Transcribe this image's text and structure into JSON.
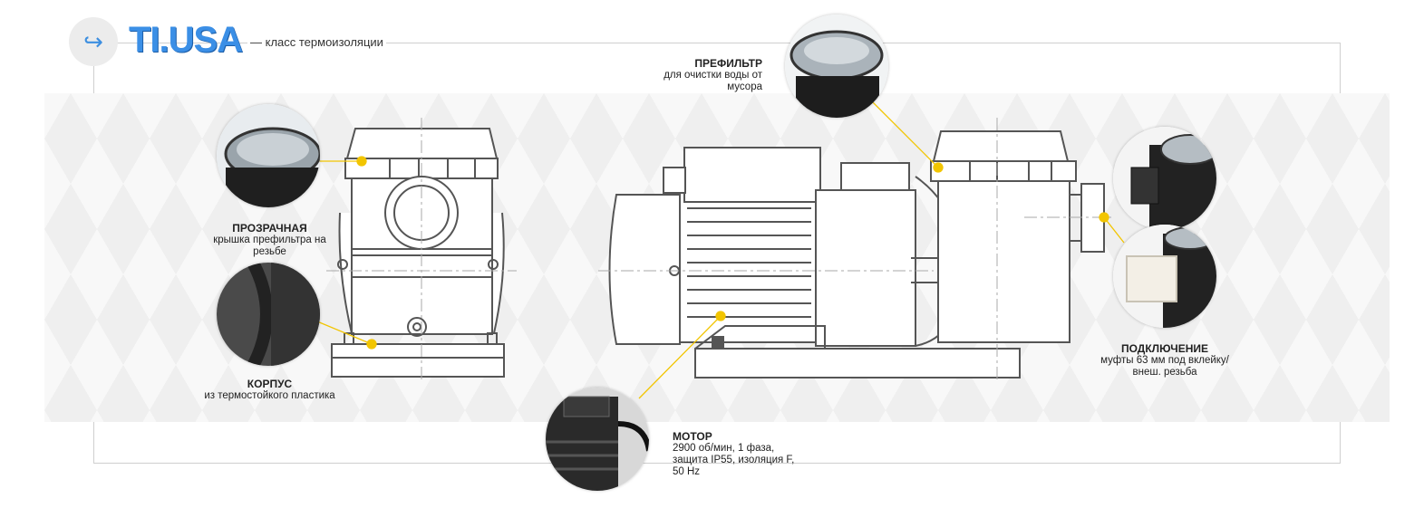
{
  "header": {
    "brand": "TI.USA",
    "tagline": "— класс термоизоляции",
    "arrow_icon": "↪"
  },
  "labels": {
    "lid": {
      "title": "ПРОЗРАЧНАЯ",
      "text": "крышка префильтра на резьбе"
    },
    "body": {
      "title": "КОРПУС",
      "text": "из термостойкого пластика"
    },
    "prefilter": {
      "title": "ПРЕФИЛЬТР",
      "text": "для очистки воды от мусора"
    },
    "motor": {
      "title": "МОТОР",
      "text": "2900 об/мин, 1 фаза, защита IP55, изоляция F, 50 Hz"
    },
    "connection": {
      "title": "ПОДКЛЮЧЕНИЕ",
      "text": "муфты 63 мм под вклейку/ внеш. резьба"
    }
  },
  "colors": {
    "brand": "#3b8fe6",
    "accent": "#f2c500",
    "line": "#555555"
  }
}
